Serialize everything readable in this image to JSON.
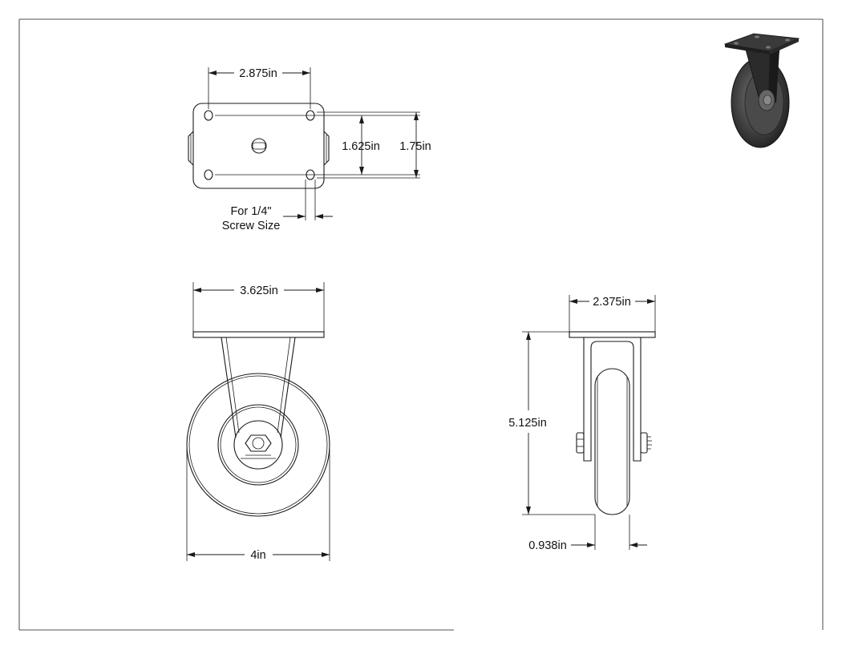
{
  "top_view": {
    "width_label": "2.875in",
    "hole_spacing_label": "1.625in",
    "plate_depth_label": "1.75in",
    "screw_note_line1": "For 1/4\"",
    "screw_note_line2": "Screw Size"
  },
  "front_view": {
    "plate_width_label": "3.625in",
    "wheel_diameter_label": "4in"
  },
  "side_view": {
    "plate_width_label": "2.375in",
    "height_label": "5.125in",
    "wheel_width_label": "0.938in"
  },
  "iso_view": {
    "icon": "rigid-caster-render"
  },
  "colors": {
    "ink": "#1a1a1a",
    "caster_dark": "#2b2b2b",
    "caster_mid": "#555555"
  }
}
